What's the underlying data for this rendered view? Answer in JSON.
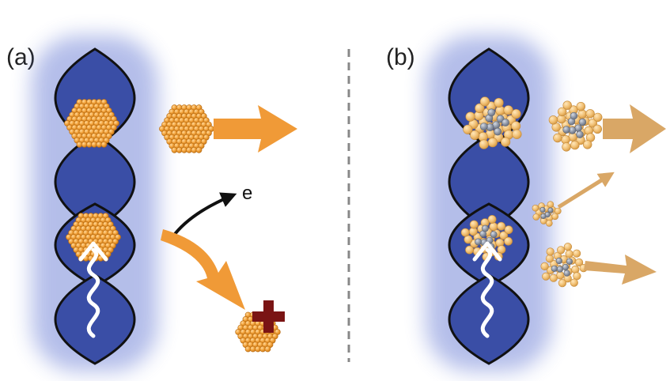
{
  "panel_a": {
    "label": "(a)",
    "electron_label": "e"
  },
  "panel_b": {
    "label": "(b)"
  },
  "colors": {
    "lobe_fill": "#3a4ea6",
    "lobe_stroke": "#111111",
    "glow": "#5a6fd0",
    "gold": "#f2a23a",
    "gold_dark": "#c87716",
    "pale_gold": "#f1c074",
    "arrow_orange": "#f09a37",
    "arrow_tan": "#d9a766",
    "cross": "#7a1414",
    "divider": "#888888",
    "carbon_gray": "#8f97a6"
  }
}
